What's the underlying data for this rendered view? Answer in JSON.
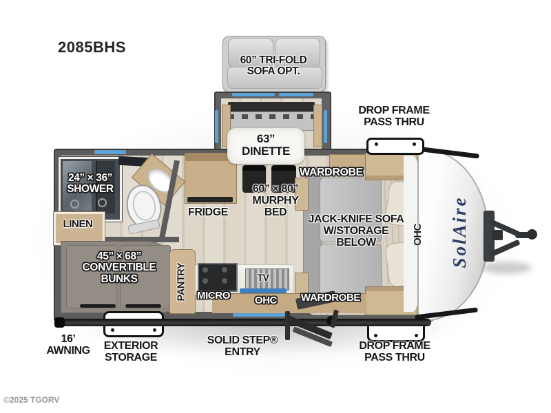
{
  "page": {
    "model_title": "2085BHS",
    "watermark": "©2025 TGORV",
    "brand_logo": "SolAire"
  },
  "labels": {
    "trifold": [
      "60” TRI-FOLD",
      "SOFA OPT."
    ],
    "dinette": [
      "63”",
      "DINETTE"
    ],
    "drop_frame_top": [
      "DROP FRAME",
      "PASS THRU"
    ],
    "wardrobe_top": "WARDROBE",
    "murphy": [
      "60” × 80”",
      "MURPHY",
      "BED"
    ],
    "jackknife": [
      "JACK-KNIFE SOFA",
      "W/STORAGE",
      "BELOW"
    ],
    "shower": [
      "24” × 36”",
      "SHOWER"
    ],
    "linen": "LINEN",
    "fridge": "FRIDGE",
    "bunks": [
      "45” × 68”",
      "CONVERTIBLE",
      "BUNKS"
    ],
    "pantry": "PANTRY",
    "micro": "MICRO",
    "tv": "TV",
    "ohc_kitchen": "OHC",
    "ohc_front": "OHC",
    "wardrobe_bottom": "WARDROBE",
    "awning": [
      "16’",
      "AWNING"
    ],
    "exterior_storage": [
      "EXTERIOR",
      "STORAGE"
    ],
    "solid_step": [
      "SOLID STEP®",
      "ENTRY"
    ],
    "drop_frame_bottom": [
      "DROP FRAME",
      "PASS THRU"
    ]
  },
  "colors": {
    "accent_blue": "#5ea3d8",
    "wall_gray": "#5c5c5c",
    "cabinet_tan": "#cdb493",
    "floor_wood": "#d9d2c5",
    "carpet_gray": "#8d8780",
    "brand_navy": "#2b3f66"
  }
}
